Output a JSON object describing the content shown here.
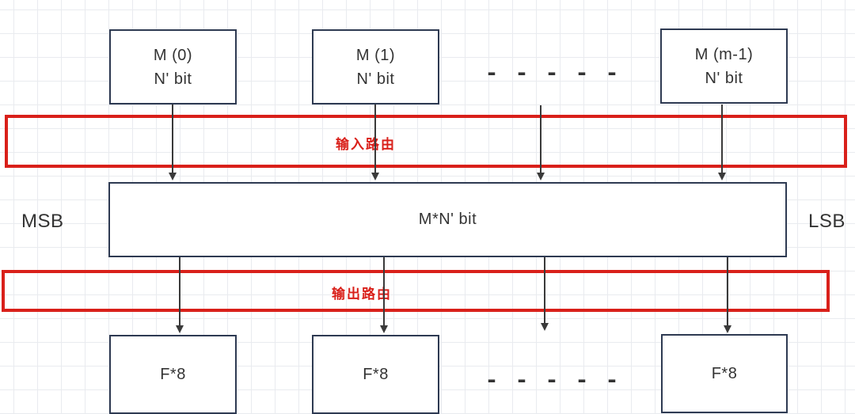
{
  "diagram": {
    "source_modules": [
      {
        "title": "M (0)",
        "subtitle": "N' bit"
      },
      {
        "title": "M (1)",
        "subtitle": "N' bit"
      },
      {
        "title": "M (m-1)",
        "subtitle": "N' bit"
      }
    ],
    "ellipsis_top": "- - - - -",
    "input_routing": {
      "label": "输入路由"
    },
    "bus": {
      "label": "M*N' bit",
      "left_label": "MSB",
      "right_label": "LSB"
    },
    "output_routing": {
      "label": "输出路由"
    },
    "output_modules": [
      {
        "label": "F*8"
      },
      {
        "label": "F*8"
      },
      {
        "label": "F*8"
      }
    ],
    "ellipsis_bottom": "- - - - -",
    "colors": {
      "box_border": "#2e3a52",
      "box_fill": "#ffffff",
      "routing_red": "#d9201a",
      "arrow": "#3a3a3a",
      "text": "#333333",
      "grid_line": "#e9ebef"
    }
  }
}
